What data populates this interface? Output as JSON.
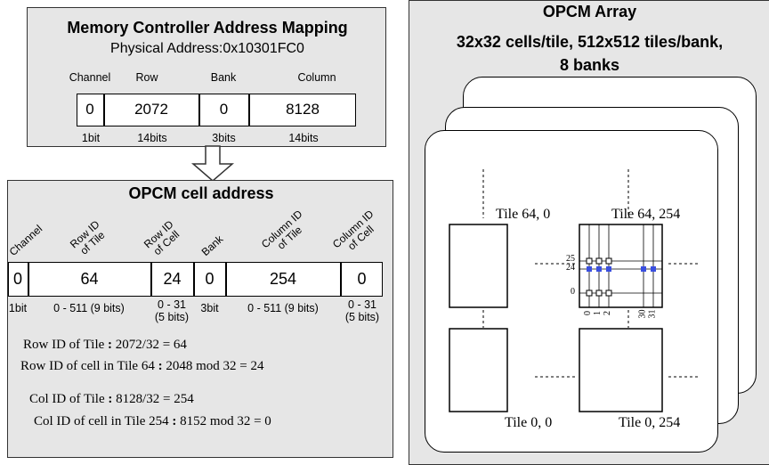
{
  "mapping": {
    "title": "Memory Controller Address Mapping",
    "phys_address": "Physical Address:0x10301FC0",
    "fields": [
      {
        "label": "Channel",
        "value": "0",
        "bits": "1bit"
      },
      {
        "label": "Row",
        "value": "2072",
        "bits": "14bits"
      },
      {
        "label": "Bank",
        "value": "0",
        "bits": "3bits"
      },
      {
        "label": "Column",
        "value": "8128",
        "bits": "14bits"
      }
    ]
  },
  "cell_address": {
    "title": "OPCM cell address",
    "headers": [
      "Channel",
      "Row ID\nof Tile",
      "Row ID\nof Cell",
      "Bank",
      "Column ID\nof Tile",
      "Column ID\nof Cell"
    ],
    "values": [
      "0",
      "64",
      "24",
      "0",
      "254",
      "0"
    ],
    "bits": [
      "1bit",
      "0 - 511 (9 bits)",
      "0 - 31\n(5 bits)",
      "3bit",
      "0 - 511 (9 bits)",
      "0 - 31\n(5 bits)"
    ],
    "formulas": [
      {
        "label": "Row ID of Tile",
        "expr": "2072/32 = 64"
      },
      {
        "label": "Row ID of  cell in Tile 64",
        "expr": "2048 mod 32 = 24"
      },
      {
        "label": "Col ID of Tile",
        "expr": "8128/32 = 254"
      },
      {
        "label": "Col ID of  cell in Tile 254",
        "expr": "8152 mod 32 = 0"
      }
    ]
  },
  "array": {
    "title_line1": "OPCM Array",
    "title_line2": "32x32 cells/tile, 512x512 tiles/bank,",
    "title_line3": "8 banks",
    "tile_labels": {
      "top_left": "Tile 64, 0",
      "top_right": "Tile 64, 254",
      "bottom_left": "Tile 0, 0",
      "bottom_right": "Tile 0, 254"
    },
    "row_marks": [
      "25",
      "24",
      "0"
    ],
    "col_marks": [
      "0",
      "1",
      "2",
      "30",
      "31"
    ],
    "highlight_color": "#3a4fe0"
  }
}
